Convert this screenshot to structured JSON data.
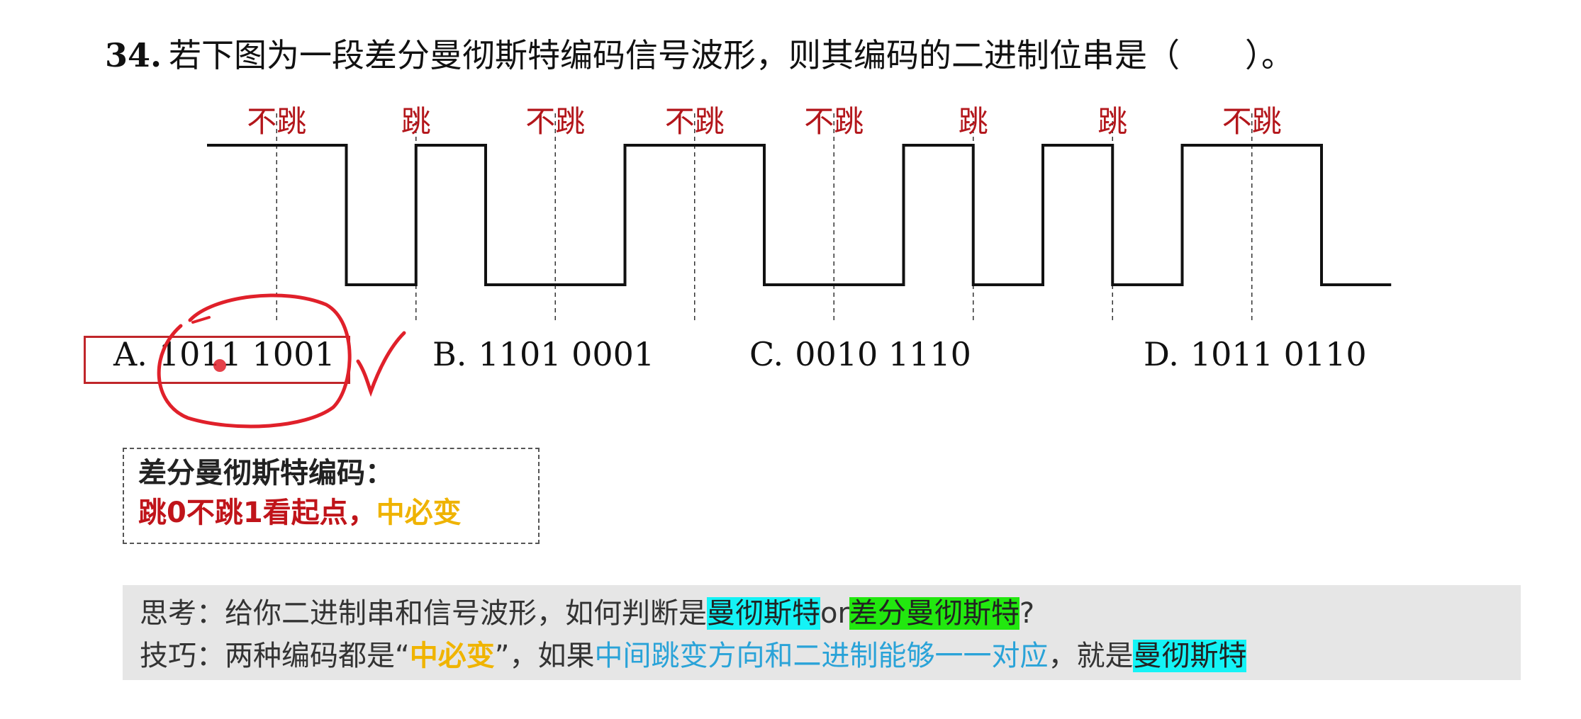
{
  "question": {
    "number": "34.",
    "text": "若下图为一段差分曼彻斯特编码信号波形，则其编码的二进制位串是（　　）。"
  },
  "waveform": {
    "levels": [
      1,
      1,
      0,
      1,
      0,
      0,
      1,
      1,
      0,
      0,
      1,
      0,
      1,
      0,
      1,
      1,
      0
    ],
    "mid_labels": [
      "不跳",
      "跳",
      "不跳",
      "不跳",
      "不跳",
      "跳",
      "跳",
      "不跳"
    ],
    "line_color": "#111111",
    "label_color": "#b3161b"
  },
  "options": [
    {
      "letter": "A.",
      "value": "1011 1001",
      "selected": true
    },
    {
      "letter": "B.",
      "value": "1101 0001"
    },
    {
      "letter": "C.",
      "value": "0010 1110"
    },
    {
      "letter": "D.",
      "value": "1011 0110"
    }
  ],
  "annotations": {
    "ink_color": "#e0202a",
    "checkmark": true
  },
  "rule": {
    "title": "差分曼彻斯特编码：",
    "part_red": "跳0不跳1看起点，",
    "part_yellow": "中必变"
  },
  "tip": {
    "line1_prefix": "思考：给你二进制串和信号波形，如何判断是",
    "line1_hl1": "曼彻斯特",
    "line1_mid": "or",
    "line1_hl2": "差分曼彻斯特",
    "line1_suffix": "?",
    "line2_prefix": "技巧：两种编码都是“",
    "line2_yellow": "中必变",
    "line2_mid": "”，如果",
    "line2_blue": "中间跳变方向和二进制能够一一对应",
    "line2_after": "，就是",
    "line2_hl": "曼彻斯特"
  }
}
